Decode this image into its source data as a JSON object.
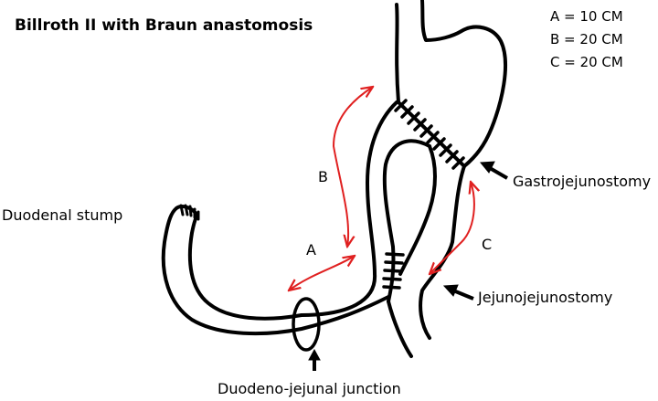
{
  "title": "Billroth II with Braun anastomosis",
  "legend": [
    "A = 10 CM",
    "B = 20 CM",
    "C = 20 CM"
  ],
  "segments": {
    "a": "A",
    "b": "B",
    "c": "C"
  },
  "labels": {
    "duodenal_stump": "Duodenal stump",
    "gastrojejunostomy": "Gastrojejunostomy",
    "jejunojejunostomy": "Jejunojejunostomy",
    "duodeno_jejunal_junction": "Duodeno-jejunal junction"
  },
  "colors": {
    "outline": "#000000",
    "measure_arrows": "#e02020",
    "pointer_arrows": "#000000",
    "background": "#ffffff"
  }
}
